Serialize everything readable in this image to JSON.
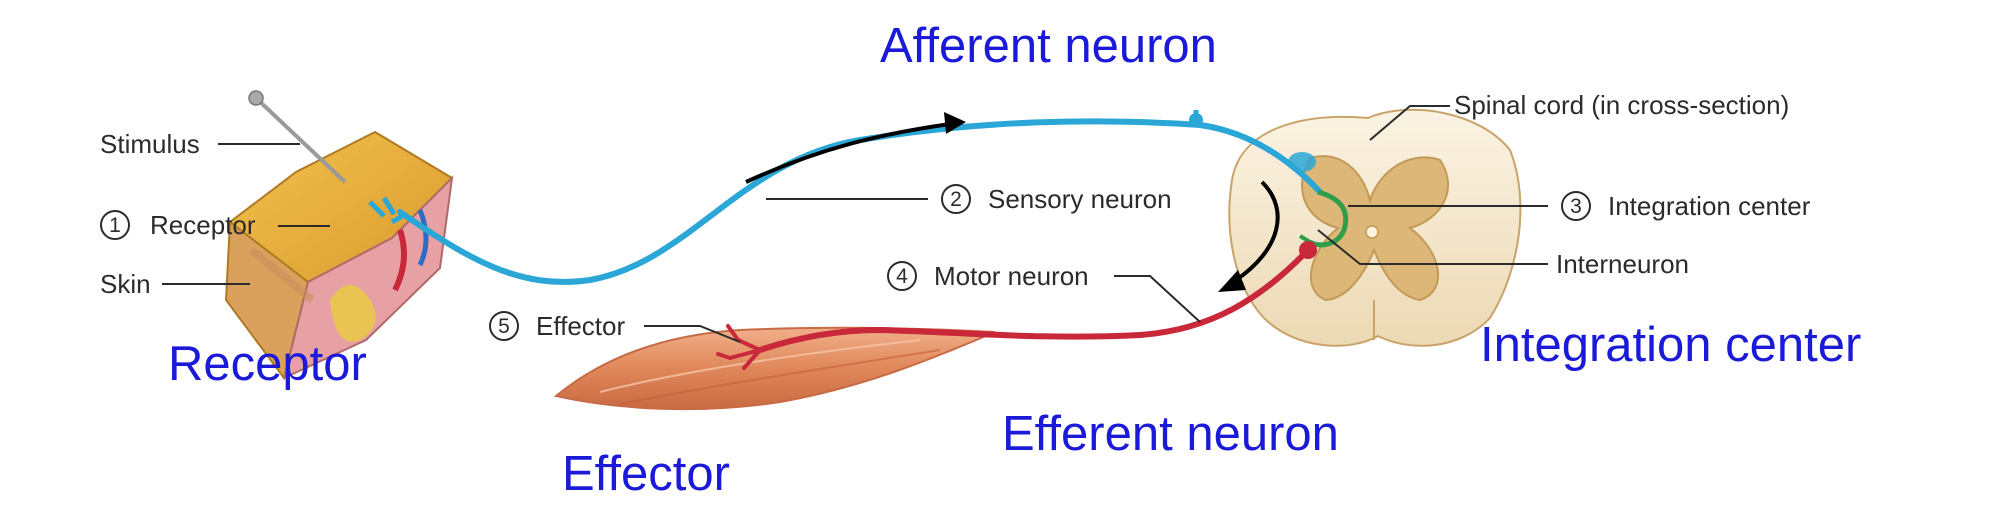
{
  "titles": {
    "afferent": "Afferent  neuron",
    "receptor": "Receptor",
    "effector": "Effector",
    "efferent": "Efferent neuron",
    "integration": "Integration center"
  },
  "labels": {
    "stimulus": "Stimulus",
    "skin": "Skin",
    "spinal_cord": "Spinal cord (in cross-section)",
    "interneuron": "Interneuron"
  },
  "steps": [
    {
      "num": "1",
      "label": "Receptor"
    },
    {
      "num": "2",
      "label": "Sensory neuron"
    },
    {
      "num": "3",
      "label": "Integration center"
    },
    {
      "num": "4",
      "label": "Motor neuron"
    },
    {
      "num": "5",
      "label": "Effector"
    }
  ],
  "colors": {
    "title_blue": "#1a1ad8",
    "sensory_neuron": "#2aa7d6",
    "motor_neuron": "#c8283a",
    "interneuron": "#2e9e4a",
    "spinal_cord_white": "#f6ead3",
    "spinal_cord_grey": "#dcb777",
    "muscle": "#e0875a"
  }
}
